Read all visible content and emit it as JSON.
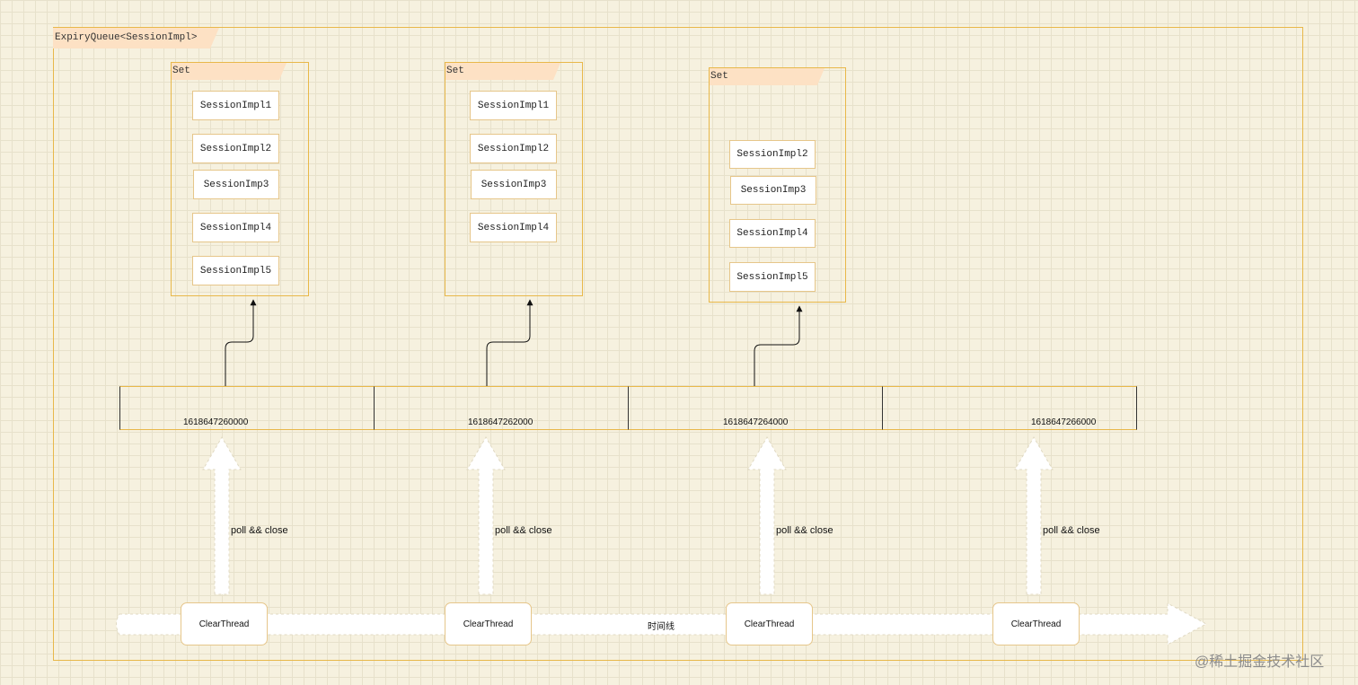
{
  "queue": {
    "title": "ExpiryQueue<SessionImpl>"
  },
  "sets": [
    {
      "label": "Set",
      "items": [
        "SessionImpl1",
        "SessionImpl2",
        "SessionImp3",
        "SessionImpl4",
        "SessionImpl5"
      ]
    },
    {
      "label": "Set",
      "items": [
        "SessionImpl1",
        "SessionImpl2",
        "SessionImp3",
        "SessionImpl4"
      ]
    },
    {
      "label": "Set",
      "items": [
        "SessionImpl2",
        "SessionImp3",
        "SessionImpl4",
        "SessionImpl5"
      ]
    }
  ],
  "timestamps": [
    "1618647260000",
    "1618647262000",
    "1618647264000",
    "1618647266000"
  ],
  "threads": [
    "ClearThread",
    "ClearThread",
    "ClearThread",
    "ClearThread"
  ],
  "poll_labels": [
    "poll && close",
    "poll && close",
    "poll && close",
    "poll && close"
  ],
  "timeline": {
    "label": "时间线"
  },
  "watermark": "@稀土掘金技术社区",
  "colors": {
    "frame": "#e8b84a",
    "tab": "#fde1c4",
    "background": "#f6f1df"
  }
}
